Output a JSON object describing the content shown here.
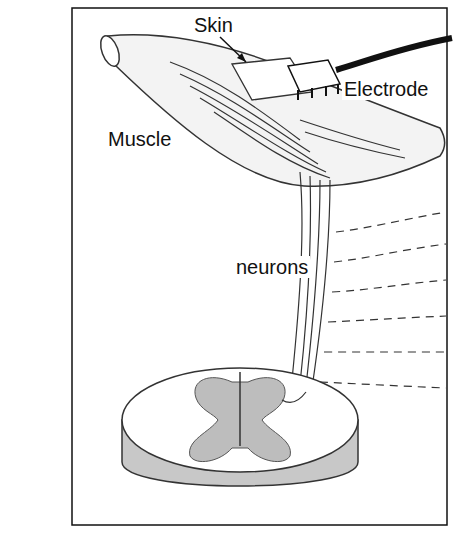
{
  "diagram": {
    "labels": [
      "Skin",
      "Electrode",
      "Muscle",
      "neurons"
    ]
  }
}
